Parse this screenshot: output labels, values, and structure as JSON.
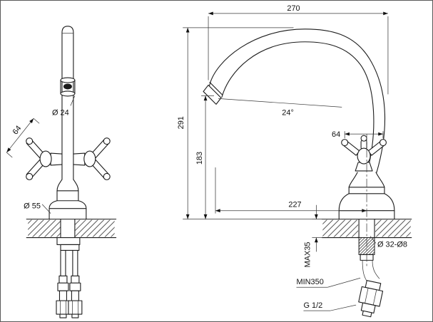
{
  "colors": {
    "line": "#1b1b1b",
    "background": "#ffffff",
    "hatch": "#444444"
  },
  "front_view": {
    "spout_diameter": "Ø 24",
    "handle_length": "64",
    "base_diameter": "Ø 55"
  },
  "side_view": {
    "overall_width": "270",
    "overall_height": "291",
    "spout_height": "183",
    "spout_angle": "24°",
    "handle_width": "64",
    "spout_reach": "227",
    "max_counter_thickness": "MAX35",
    "min_hose_length": "MIN350",
    "thread_size": "G 1/2",
    "mounting_hole": "Ø 32-Ø8"
  }
}
